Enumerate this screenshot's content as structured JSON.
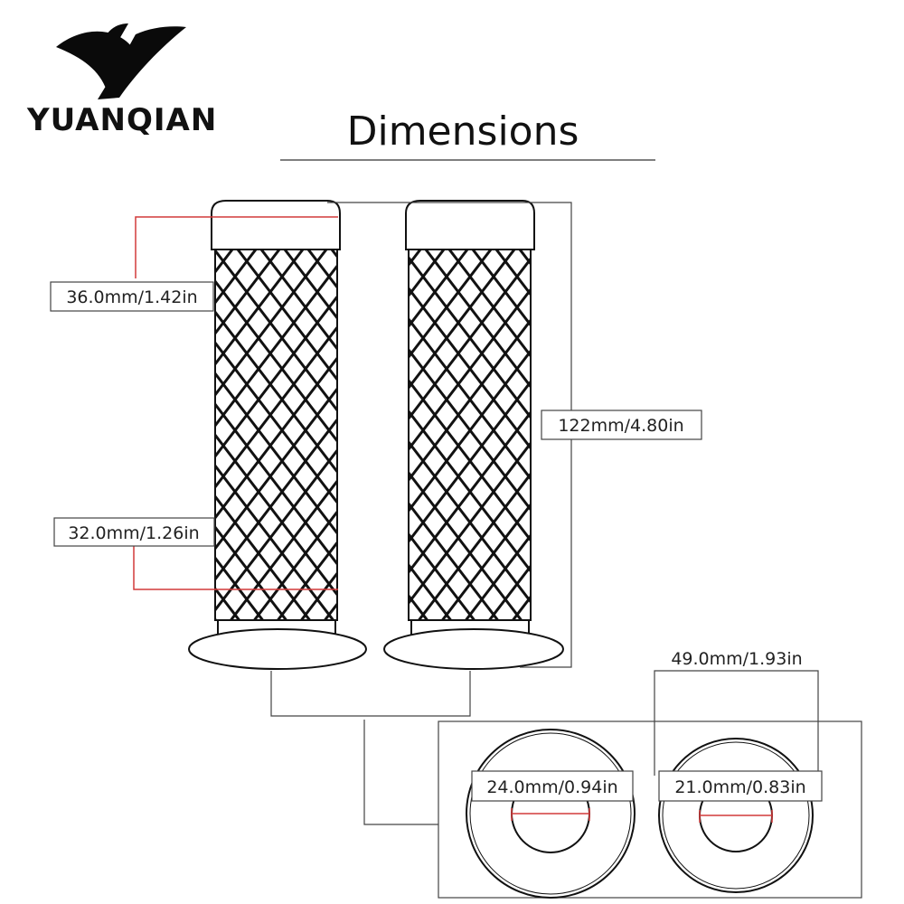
{
  "brand": {
    "name": "YUANQIAN",
    "logo_icon": "stylized-y-logo"
  },
  "title": "Dimensions",
  "dimensions": {
    "end_diameter": "36.0mm/1.42in",
    "grip_diameter": "32.0mm/1.26in",
    "total_length": "122mm/4.80in",
    "flange_diameter": "49.0mm/1.93in",
    "left_inner_diameter": "24.0mm/0.94in",
    "right_inner_diameter": "21.0mm/0.83in"
  },
  "colors": {
    "dimension_accent": "#d23a3a",
    "line": "#111111",
    "leader_line": "#444444"
  }
}
